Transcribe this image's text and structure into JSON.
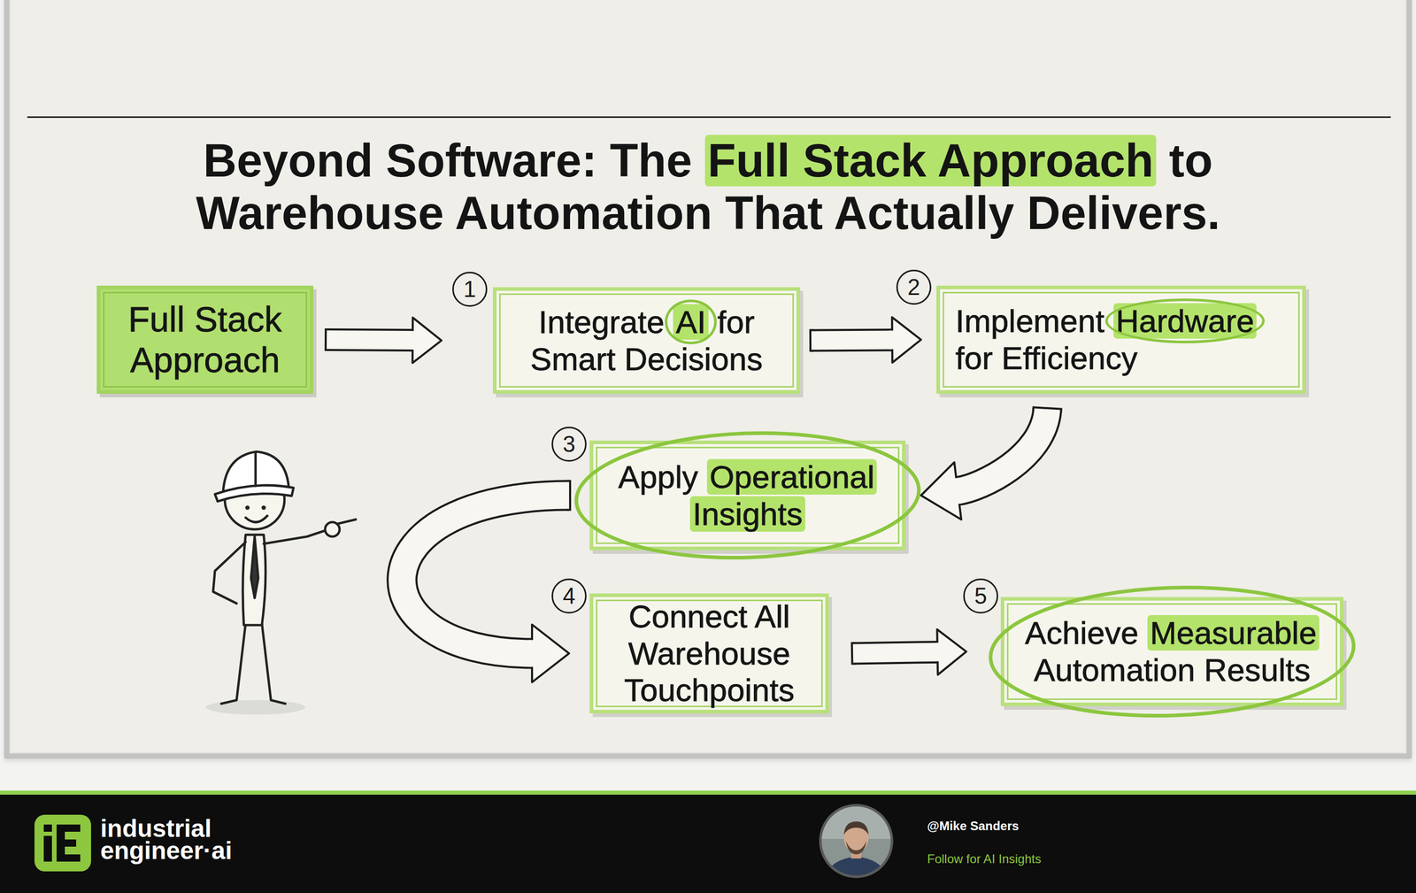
{
  "diagram": {
    "title": "Beyond Software: The Full Stack Approach to Warehouse Automation That Actually Delivers.",
    "nodes": [
      {
        "text": [
          "Full Stack Approach"
        ]
      },
      {
        "text": [
          "Integrate AI for Smart Decisions"
        ]
      },
      {
        "text": [
          "Implement Hardware for Efficiency"
        ]
      },
      {
        "text": [
          "Apply Operational Insights"
        ]
      },
      {
        "text": [
          "Connect All Warehouse Touchpoints"
        ]
      },
      {
        "text": [
          "Achieve Measurable Automation Results"
        ]
      }
    ],
    "edges": [
      {
        "from": 0,
        "to": 1,
        "arrow": "to"
      },
      {
        "from": 1,
        "to": 2,
        "arrow": "to"
      },
      {
        "from": 2,
        "to": 3,
        "arrow": "to"
      },
      {
        "from": 3,
        "to": 4,
        "arrow": "to"
      },
      {
        "from": 4,
        "to": 5,
        "arrow": "to"
      }
    ],
    "labels": [
      "1",
      "2",
      "3",
      "4",
      "5",
      "industrial engineer·ai",
      "@Mike Sanders",
      "Follow for AI Insights"
    ]
  }
}
